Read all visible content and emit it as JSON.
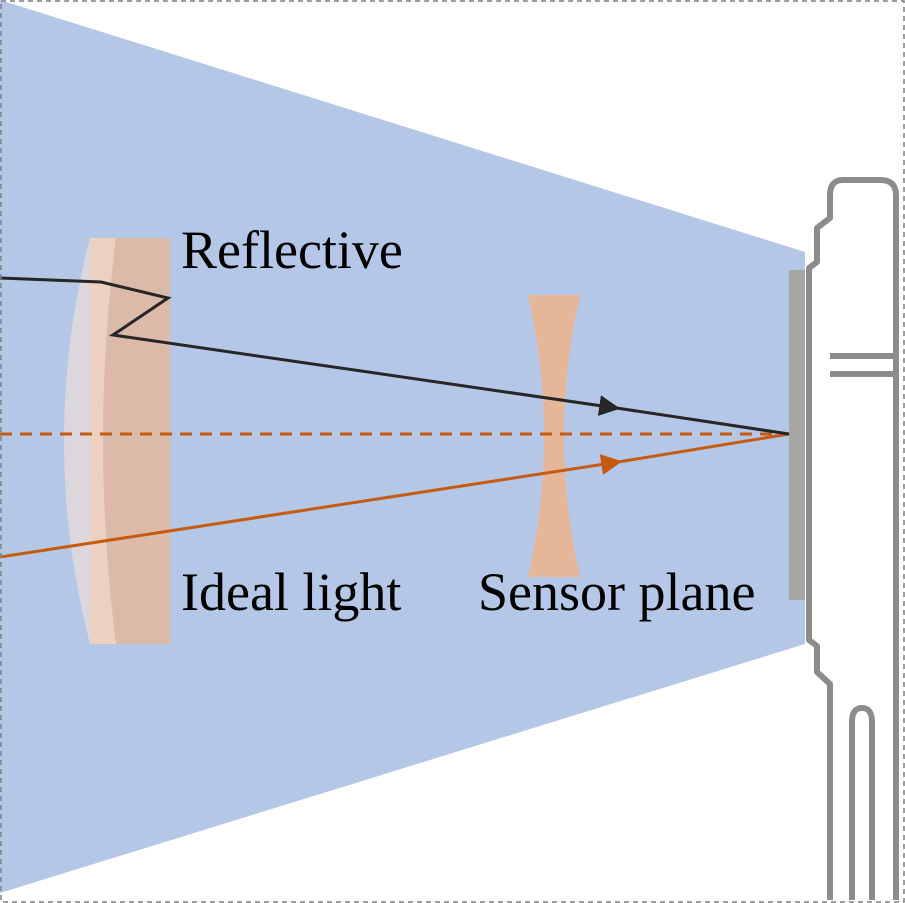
{
  "labels": {
    "reflective": "Reflective",
    "ideal_light": "Ideal light",
    "sensor_plane": "Sensor plane"
  },
  "colors": {
    "light_cone": "#b4c7e7",
    "lens": "#f4b183",
    "reflective_ray": "#262626",
    "ideal_ray": "#c55a11",
    "sensor": "#a6a6a6",
    "camera_body": "#8c8c8c",
    "frame_border": "#7f7f7f"
  }
}
